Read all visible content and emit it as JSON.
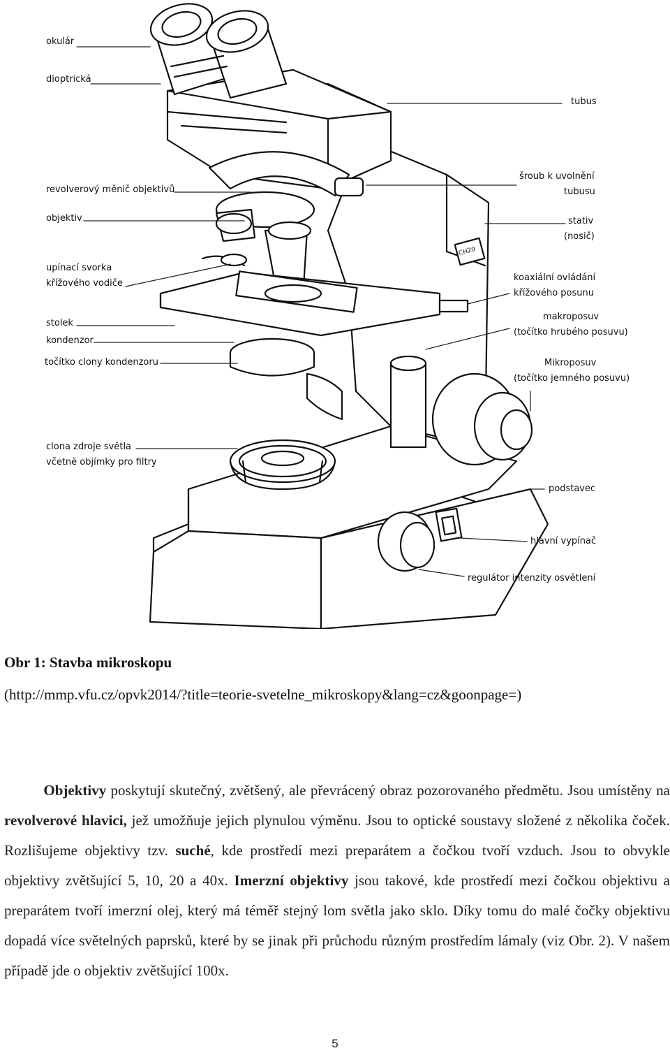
{
  "figure": {
    "labels_left": {
      "okular": "okulár",
      "dioptricka": "dioptrická",
      "revolver": "revolverový měnič objektivů",
      "objektiv": "objektiv",
      "upinaci1": "upínací svorka",
      "upinaci2": "křížového vodiče",
      "stolek": "stolek",
      "kondenzor": "kondenzor",
      "clona": "točítko clony kondenzoru",
      "zdroj1": "clona zdroje světla",
      "zdroj2": "včetně objímky pro filtry"
    },
    "labels_right": {
      "tubus": "tubus",
      "sroub1": "šroub k uvolnění",
      "sroub2": "tubusu",
      "stativ1": "stativ",
      "stativ2": "(nosič)",
      "koax1": "koaxiální ovládání",
      "koax2": "křížového posunu",
      "makro1": "makroposuv",
      "makro2": "(točítko hrubého posuvu)",
      "mikro1": "Mikroposuv",
      "mikro2": "(točítko jemného posuvu)",
      "podstavec": "podstavec",
      "vypinac": "hlavní vypínač",
      "regulator": "regulátor intenzity osvětlení"
    },
    "brand": "CH20"
  },
  "caption": {
    "title": "Obr 1:  Stavba mikroskopu",
    "source": "(http://mmp.vfu.cz/opvk2014/?title=teorie-svetelne_mikroskopy&lang=cz&goonpage=)"
  },
  "paragraph": {
    "indent": "         ",
    "t1_bold": "Objektivy",
    "t2": " poskytují skutečný, zvětšený, ale převrácený obraz pozorovaného předmětu. Jsou umístěny na ",
    "t3_bold": "revolverové hlavici,",
    "t4": " jež umožňuje jejich plynulou výměnu. Jsou to optické soustavy složené z několika čoček. Rozlišujeme objektivy tzv. ",
    "t5_bold": "suché",
    "t6": ", kde prostředí mezi preparátem a čočkou tvoří vzduch. Jsou to obvykle objektivy zvětšující 5, 10, 20 a 40x. ",
    "t7_bold": "Imerzní objektivy",
    "t8": " jsou takové, kde prostředí mezi čočkou objektivu a preparátem tvoří imerzní olej, který má téměř stejný lom světla jako sklo. Díky tomu do malé čočky objektivu dopadá více světelných paprsků, které by se jinak při průchodu různým prostředím lámaly (viz Obr. 2). V našem případě jde o objektiv zvětšující 100x."
  },
  "page_number": "5"
}
